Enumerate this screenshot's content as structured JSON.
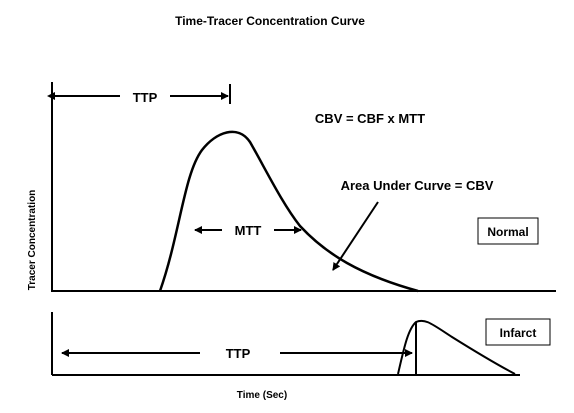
{
  "title": "Time-Tracer Concentration Curve",
  "axes": {
    "x_label": "Time (Sec)",
    "y_label": "Tracer Concentration"
  },
  "annotations": {
    "ttp_top": "TTP",
    "ttp_bottom": "TTP",
    "mtt": "MTT",
    "cbv_equation": "CBV = CBF x MTT",
    "area_under_curve": "Area Under Curve = CBV"
  },
  "boxes": {
    "normal": "Normal",
    "infarct": "Infarct"
  },
  "colors": {
    "ink": "#000000",
    "background": "#ffffff"
  }
}
